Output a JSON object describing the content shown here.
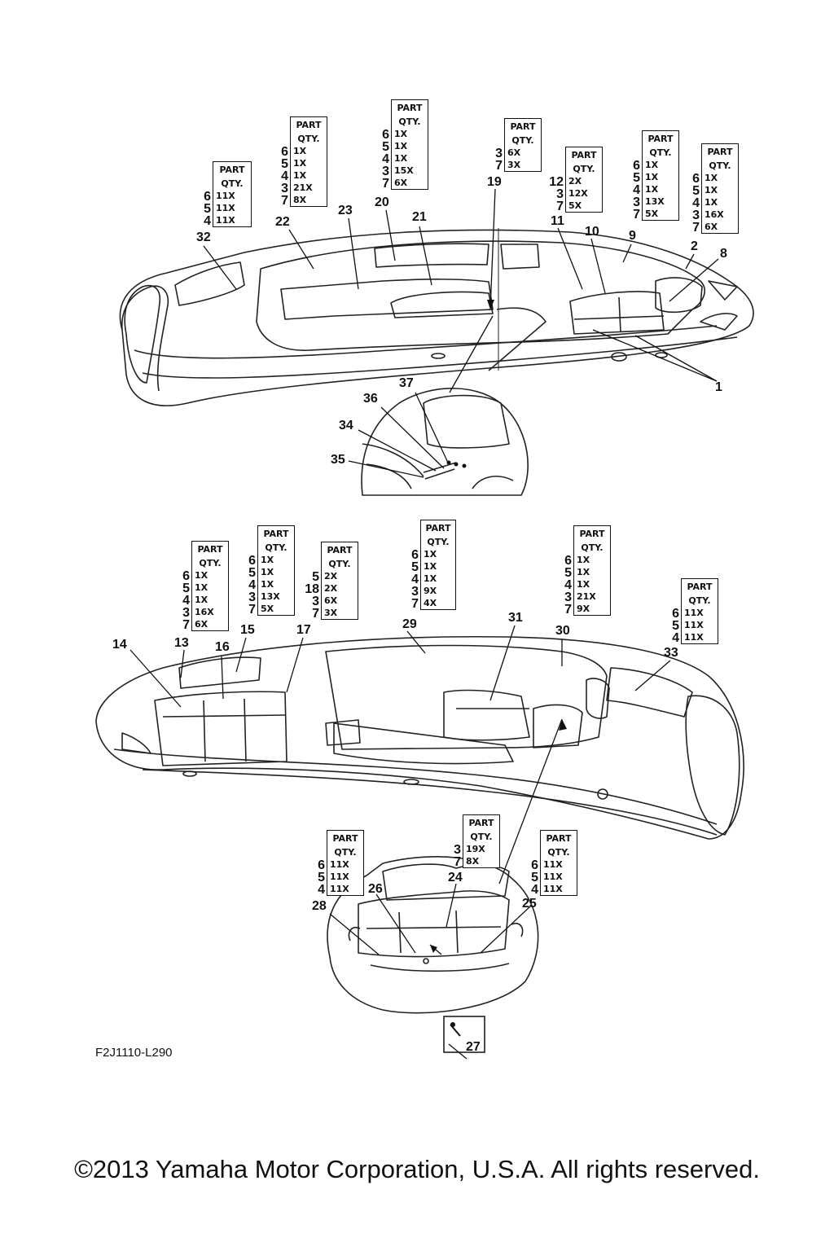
{
  "header": "PART",
  "header2": "QTY.",
  "boxes": [
    {
      "id": "b32",
      "parts": [
        "6",
        "5",
        "4"
      ],
      "qtys": [
        "11X",
        "11X",
        "11X"
      ]
    },
    {
      "id": "b22",
      "parts": [
        "6",
        "5",
        "4",
        "3",
        "7"
      ],
      "qtys": [
        "1X",
        "1X",
        "1X",
        "21X",
        "8X"
      ]
    },
    {
      "id": "b20",
      "parts": [
        "6",
        "5",
        "4",
        "3",
        "7"
      ],
      "qtys": [
        "1X",
        "1X",
        "1X",
        "15X",
        "6X"
      ]
    },
    {
      "id": "b19",
      "parts": [
        "3",
        "7"
      ],
      "qtys": [
        "6X",
        "3X"
      ]
    },
    {
      "id": "b11",
      "parts": [
        "12",
        "3",
        "7"
      ],
      "qtys": [
        "2X",
        "12X",
        "5X"
      ]
    },
    {
      "id": "b9",
      "parts": [
        "6",
        "5",
        "4",
        "3",
        "7"
      ],
      "qtys": [
        "1X",
        "1X",
        "1X",
        "13X",
        "5X"
      ]
    },
    {
      "id": "b2",
      "parts": [
        "6",
        "5",
        "4",
        "3",
        "7"
      ],
      "qtys": [
        "1X",
        "1X",
        "1X",
        "16X",
        "6X"
      ]
    },
    {
      "id": "b13",
      "parts": [
        "6",
        "5",
        "4",
        "3",
        "7"
      ],
      "qtys": [
        "1X",
        "1X",
        "1X",
        "16X",
        "6X"
      ]
    },
    {
      "id": "b15",
      "parts": [
        "6",
        "5",
        "4",
        "3",
        "7"
      ],
      "qtys": [
        "1X",
        "1X",
        "1X",
        "13X",
        "5X"
      ]
    },
    {
      "id": "b17",
      "parts": [
        "5",
        "18",
        "3",
        "7"
      ],
      "qtys": [
        "2X",
        "2X",
        "6X",
        "3X"
      ]
    },
    {
      "id": "b29",
      "parts": [
        "6",
        "5",
        "4",
        "3",
        "7"
      ],
      "qtys": [
        "1X",
        "1X",
        "1X",
        "9X",
        "4X"
      ]
    },
    {
      "id": "b30",
      "parts": [
        "6",
        "5",
        "4",
        "3",
        "7"
      ],
      "qtys": [
        "1X",
        "1X",
        "1X",
        "21X",
        "9X"
      ]
    },
    {
      "id": "b33",
      "parts": [
        "6",
        "5",
        "4"
      ],
      "qtys": [
        "11X",
        "11X",
        "11X"
      ]
    },
    {
      "id": "b28",
      "parts": [
        "6",
        "5",
        "4"
      ],
      "qtys": [
        "11X",
        "11X",
        "11X"
      ]
    },
    {
      "id": "b24",
      "parts": [
        "3",
        "7"
      ],
      "qtys": [
        "19X",
        "8X"
      ]
    },
    {
      "id": "b25",
      "parts": [
        "6",
        "5",
        "4"
      ],
      "qtys": [
        "11X",
        "11X",
        "11X"
      ]
    }
  ],
  "callouts": [
    "32",
    "22",
    "23",
    "20",
    "21",
    "19",
    "11",
    "10",
    "9",
    "2",
    "8",
    "1",
    "37",
    "36",
    "34",
    "35",
    "14",
    "13",
    "16",
    "15",
    "17",
    "29",
    "31",
    "30",
    "33",
    "28",
    "26",
    "24",
    "25",
    "27"
  ],
  "diagram_code": "F2J1110-L290",
  "copyright": "©2013 Yamaha Motor Corporation, U.S.A. All rights reserved."
}
